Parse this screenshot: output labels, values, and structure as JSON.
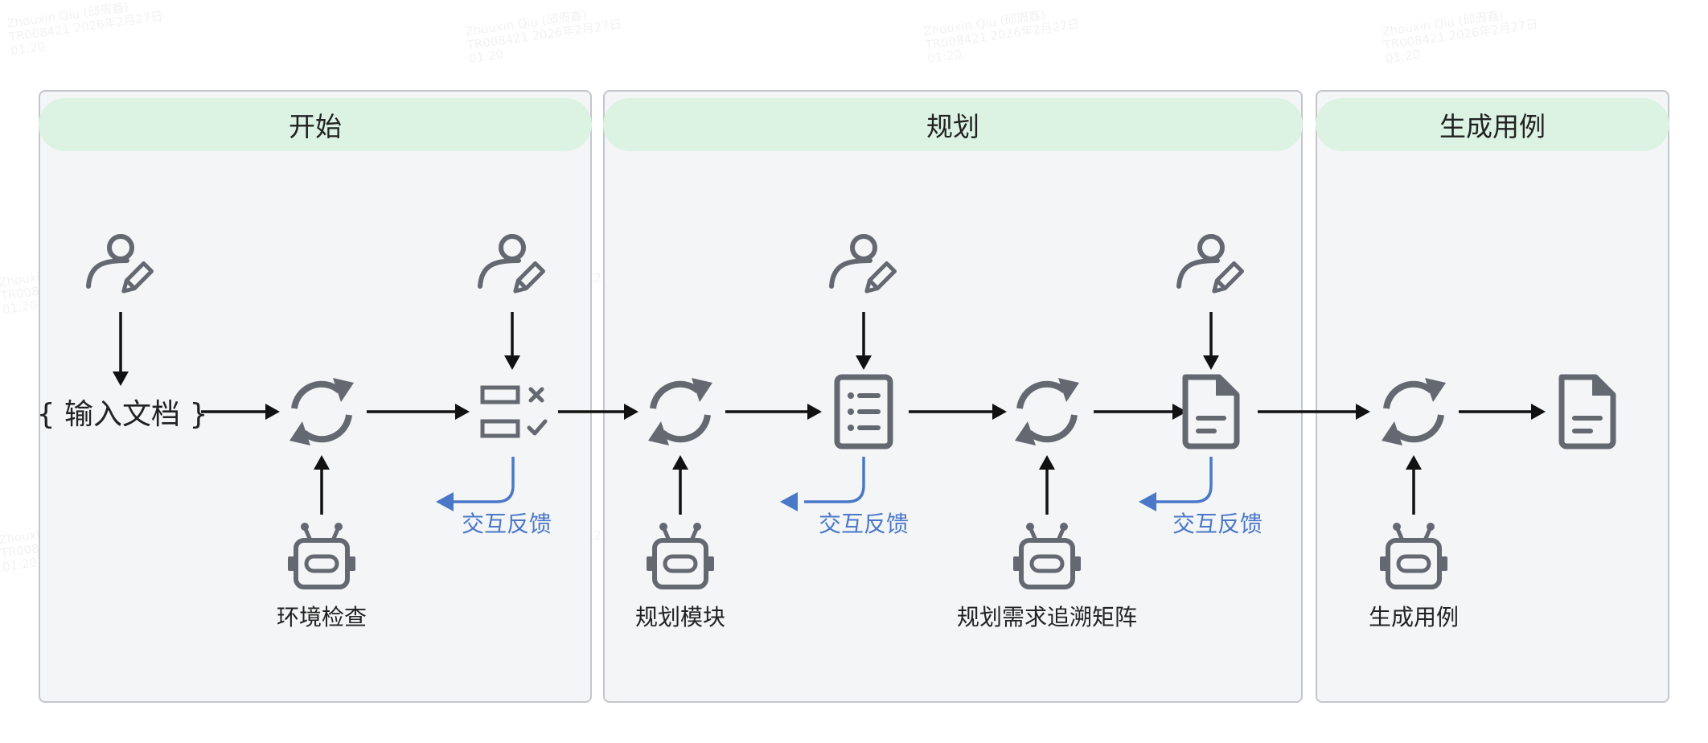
{
  "phases": [
    {
      "title": "开始"
    },
    {
      "title": "规划"
    },
    {
      "title": "生成用例"
    }
  ],
  "input_doc": "{ 输入文档 }",
  "agents": [
    {
      "label": "环境检查"
    },
    {
      "label": "规划模块"
    },
    {
      "label": "规划需求追溯矩阵"
    },
    {
      "label": "生成用例"
    }
  ],
  "feedback": [
    {
      "label": "交互反馈"
    },
    {
      "label": "交互反馈"
    },
    {
      "label": "交互反馈"
    }
  ],
  "watermark": {
    "line1": "Zhouxin Qiu (邱周鑫)",
    "line2": "TR008421 2026年2月27日",
    "line3": "01:20"
  },
  "icons": [
    "user-edit-icon",
    "refresh-cycle-icon",
    "robot-icon",
    "checklist-icon",
    "list-document-icon",
    "document-icon"
  ],
  "colors": {
    "arrow": "#111111",
    "feedback": "#4a78c8",
    "icon": "#646870",
    "phase_bg": "#f4f5f7",
    "header_bg": "#dcf3e3"
  }
}
